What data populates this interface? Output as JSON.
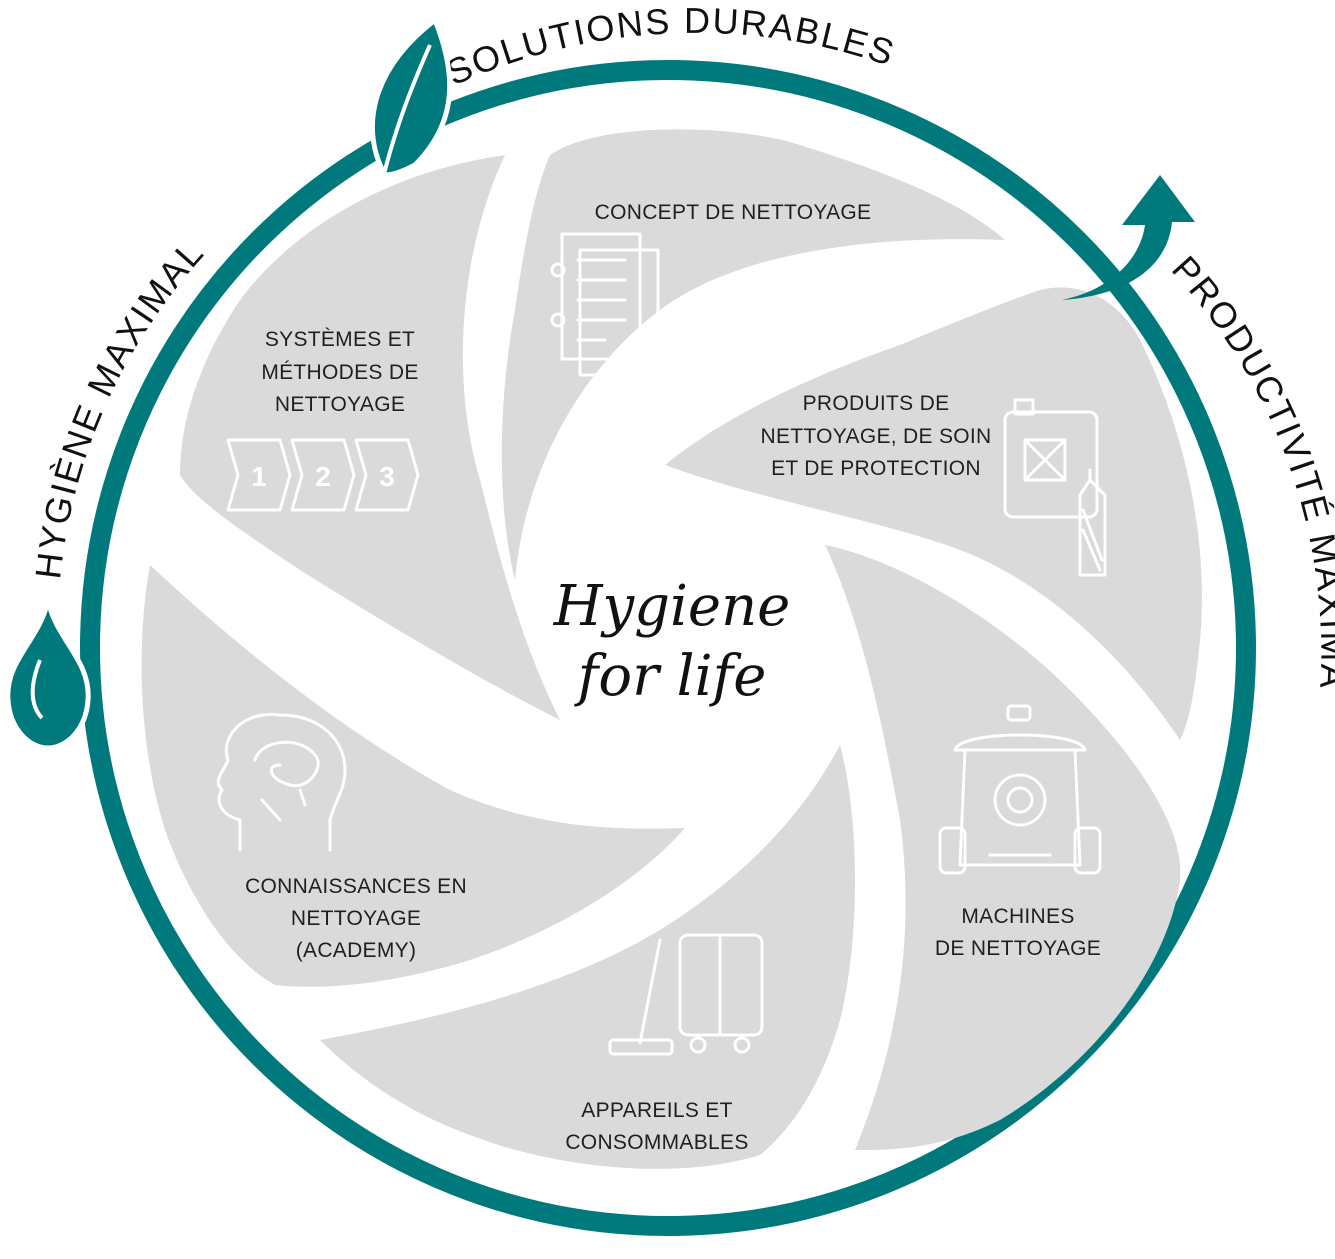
{
  "ring": {
    "top_label": "SOLUTIONS DURABLES",
    "right_label": "PRODUCTIVITÉ MAXIMALE",
    "left_label": "HYGIÈNE MAXIMALE",
    "color": "#00797C"
  },
  "center": {
    "line1": "Hygiene",
    "line2": "for life"
  },
  "segments": {
    "concept": {
      "line1": "CONCEPT DE NETTOYAGE"
    },
    "produits": {
      "line1": "PRODUITS DE",
      "line2": "NETTOYAGE, DE SOIN",
      "line3": "ET DE PROTECTION"
    },
    "machines": {
      "line1": "MACHINES",
      "line2": "DE NETTOYAGE"
    },
    "appareils": {
      "line1": "APPAREILS ET",
      "line2": "CONSOMMABLES"
    },
    "connaissances": {
      "line1": "CONNAISSANCES EN",
      "line2": "NETTOYAGE",
      "line3": "(ACADEMY)"
    },
    "systemes": {
      "line1": "SYSTÈMES ET",
      "line2": "MÉTHODES DE",
      "line3": "NETTOYAGE"
    }
  },
  "steps": [
    "1",
    "2",
    "3"
  ],
  "colors": {
    "segment_fill": "#DADADA",
    "accent": "#00797C"
  },
  "icons": [
    "leaf-icon",
    "arrow-icon",
    "water-drop-icon",
    "document-icon",
    "canister-icon",
    "vacuum-machine-icon",
    "mop-trolley-icon",
    "head-brain-icon",
    "steps-icon"
  ]
}
